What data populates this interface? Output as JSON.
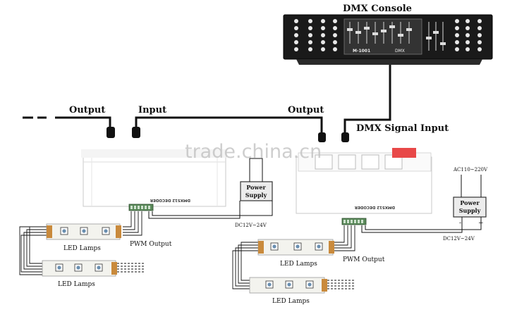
{
  "labels": {
    "dmx_console": "DMX Console",
    "output_left": "Output",
    "input_left": "Input",
    "output_right": "Output",
    "dmx_signal_input": "DMX Signal Input",
    "watermark": "trade.china.cn",
    "decoder_left": "DMX512 DECODER",
    "decoder_right": "DMX512 DECODER",
    "power_supply_left": [
      "Power",
      "Supply"
    ],
    "power_supply_right": [
      "Power",
      "Supply"
    ],
    "dc_left": "DC12V~24V",
    "dc_right": "DC12V~24V",
    "ac_right": "AC110~220V",
    "pwm_left": "PWM Output",
    "pwm_right": "PWM Output",
    "led_lamps_1": "LED Lamps",
    "led_lamps_2": "LED Lamps",
    "led_lamps_3": "LED Lamps",
    "led_lamps_4": "LED Lamps",
    "console_model": "M-1001",
    "console_dmx": "DMX",
    "minus": "-",
    "plus": "+"
  }
}
